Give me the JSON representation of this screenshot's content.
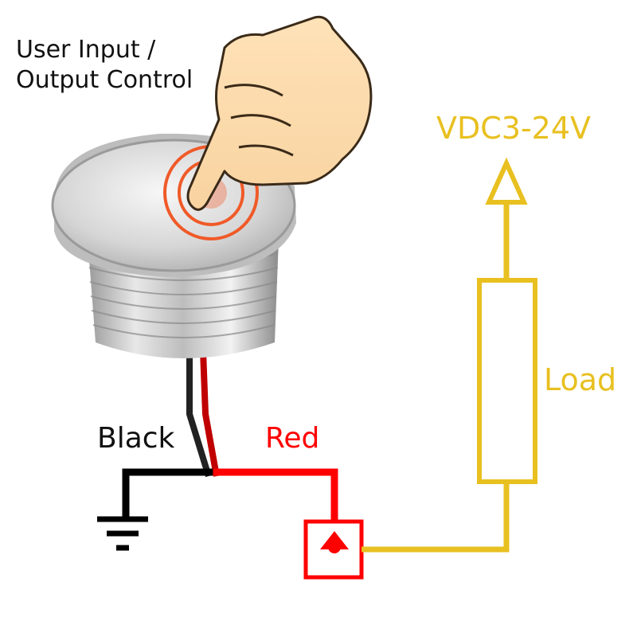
{
  "caption": {
    "line1": "User Input /",
    "line2": "Output Control"
  },
  "supply": {
    "label": "VDC3-24V",
    "color": "#E8C020"
  },
  "load": {
    "label": "Load",
    "color": "#E8C020"
  },
  "wires": {
    "black": {
      "label": "Black",
      "color": "#000000"
    },
    "red": {
      "label": "Red",
      "color": "#FF0000"
    }
  },
  "icons": {
    "hand": "pointing-hand-icon",
    "touch": "touch-ripple-icon",
    "ground": "ground-icon",
    "switch": "switch-terminal-icon"
  }
}
